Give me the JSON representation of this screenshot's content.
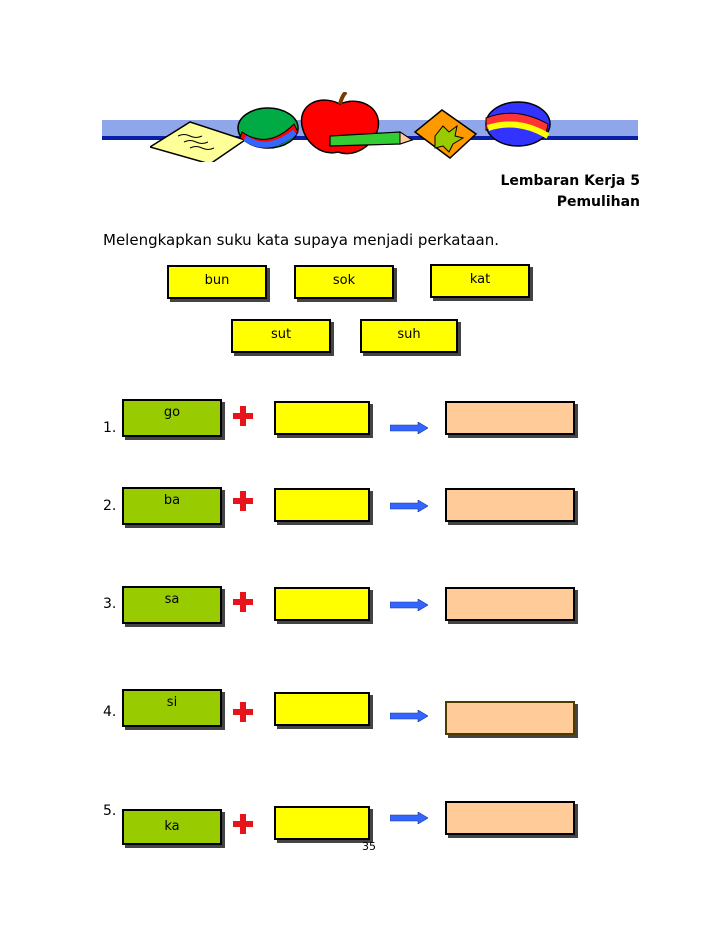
{
  "header": {
    "title": "Lembaran Kerja  5",
    "subtitle": "Pemulihan"
  },
  "instruction": "Melengkapkan suku kata supaya menjadi  perkataan.",
  "word_bank": [
    "bun",
    "sok",
    "kat",
    "sut",
    "suh"
  ],
  "exercises": [
    {
      "number": "1.",
      "syllable": "go"
    },
    {
      "number": "2.",
      "syllable": "ba"
    },
    {
      "number": "3.",
      "syllable": "sa"
    },
    {
      "number": "4.",
      "syllable": "si"
    },
    {
      "number": "5.",
      "syllable": "ka"
    }
  ],
  "page_number": "35",
  "colors": {
    "word_box": "#ffff00",
    "syllable_box": "#99cc00",
    "answer_box": "#ffcc99",
    "banner": "#8fa6ea",
    "banner_line": "#0b1ea8",
    "plus": "#e8141c",
    "arrow": "#3366ff"
  },
  "icons": [
    "paper-note-icon",
    "ball-icon",
    "apple-icon",
    "pencil-icon",
    "leaf-card-icon",
    "ball-icon",
    "plus-icon",
    "arrow-right-icon"
  ]
}
